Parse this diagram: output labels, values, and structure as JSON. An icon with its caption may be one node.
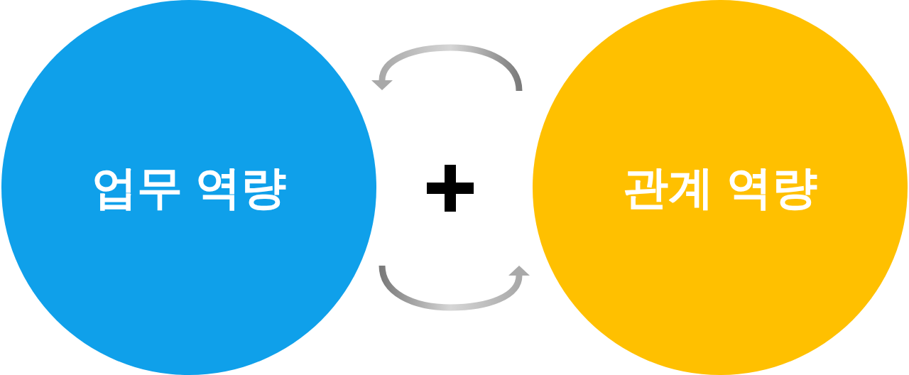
{
  "diagram": {
    "nodes": [
      {
        "text": [
          "업무 역량"
        ]
      },
      {
        "text": [
          "관계 역량"
        ]
      }
    ],
    "edges": [
      {
        "from": 1,
        "to": 0,
        "arrow": "to"
      },
      {
        "from": 0,
        "to": 1,
        "arrow": "to"
      }
    ]
  }
}
